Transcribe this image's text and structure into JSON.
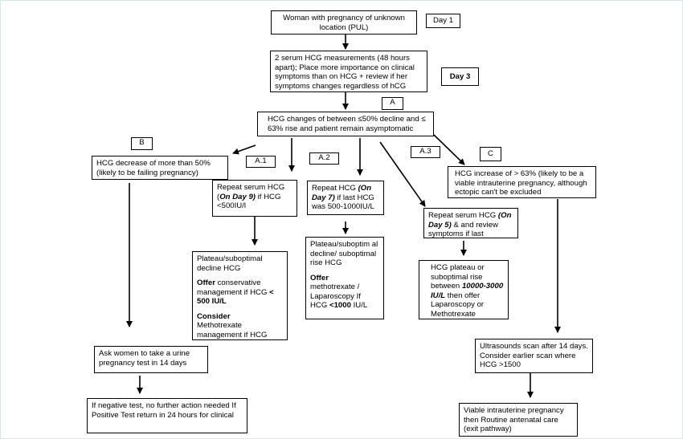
{
  "nodes": {
    "pul": "Woman with pregnancy of unknown location (PUL)",
    "day1": "Day 1",
    "measure": "2 serum   HCG measurements (48 hours apart); Place more importance on clinical symptoms than on   HCG + review if her symptoms changes regardless of hCG",
    "day3": "Day 3",
    "tag_a": "A",
    "changes": "HCG changes of between ≤50% decline and ≤ 63% rise and patient remain asymptomatic",
    "tag_b": "B",
    "decrease": "HCG decrease of more than 50% (likely to be failing pregnancy)",
    "tag_a1": "A.1",
    "tag_a2": "A.2",
    "tag_a3": "A.3",
    "tag_c": "C",
    "increase": "HCG increase of > 63% (likely to be a viable intrauterine pregnancy, although ectopic can't be excluded",
    "repeat9": {
      "pre": "Repeat serum   HCG (",
      "emph": "On Day 9)",
      "post": " if    HCG <500IU/l"
    },
    "repeat7": {
      "pre": "Repeat   HCG ",
      "emph": "(On Day 7)",
      "post": " if last   HCG was 500-1000IU/L"
    },
    "repeat5": {
      "pre": "Repeat serum   HCG ",
      "emph": "(On Day 5)",
      "post": " & and review symptoms if last"
    },
    "a1_plateau": {
      "p1": "Plateau/suboptimal decline   HCG",
      "offer": "Offer",
      "offer_rest": " conservative management if   HCG ",
      "offer_val": "< 500 IU/L",
      "consider": "Consider",
      "consider_rest": "Methotrexate management if   HCG"
    },
    "a2_plateau": {
      "p1": "Plateau/suboptim al decline/ suboptimal rise   HCG",
      "offer": "Offer",
      "offer_rest": "methotrexate / Laparoscopy If   HCG ",
      "offer_val": "<1000",
      "offer_unit": " IU/L"
    },
    "a3_plateau": {
      "pre": "HCG plateau or suboptimal rise between ",
      "emph": "10000-3000 IU/L",
      "post": " then offer  Laparoscopy or  Methotrexate"
    },
    "urine": "Ask women to take a urine pregnancy test in 14 days",
    "negative": "If negative test, no further action needed If Positive Test return in 24 hours for clinical",
    "ultrasound": "Ultrasounds scan after 14 days. Consider earlier scan where   HCG >1500",
    "viable": "Viable intrauterine pregnancy then Routine antenatal care (exit pathway)"
  }
}
